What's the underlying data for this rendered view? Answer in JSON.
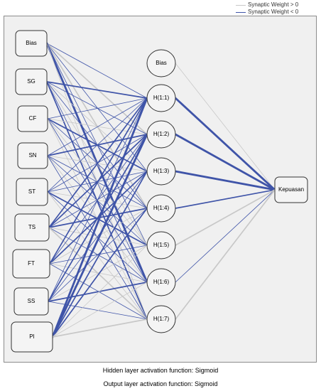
{
  "legend": {
    "positive_label": "Synaptic Weight > 0",
    "negative_label": "Synaptic Weight < 0",
    "positive_color": "#c8c8c8",
    "negative_color": "#3f54a8"
  },
  "input_layer": {
    "nodes": [
      "Bias",
      "SG",
      "CF",
      "SN",
      "ST",
      "TS",
      "FT",
      "SS",
      "PI"
    ]
  },
  "hidden_layer": {
    "nodes": [
      "Bias",
      "H(1:1)",
      "H(1:2)",
      "H(1:3)",
      "H(1:4)",
      "H(1:5)",
      "H(1:6)",
      "H(1:7)"
    ]
  },
  "output_layer": {
    "nodes": [
      "Kepuasan"
    ]
  },
  "connections": {
    "input_to_hidden": [
      {
        "from": "Bias",
        "to": [
          "H(1:1)",
          "H(1:2)",
          "H(1:3)",
          "H(1:4)",
          "H(1:5)",
          "H(1:6)",
          "H(1:7)"
        ],
        "sign": [
          "-",
          "+",
          "-",
          "+",
          "-",
          "-",
          "+"
        ],
        "strength": [
          1,
          2,
          1,
          2,
          1,
          3,
          1
        ]
      },
      {
        "from": "SG",
        "to": [
          "H(1:1)",
          "H(1:2)",
          "H(1:3)",
          "H(1:4)",
          "H(1:5)",
          "H(1:6)",
          "H(1:7)"
        ],
        "sign": [
          "-",
          "-",
          "+",
          "-",
          "+",
          "-",
          "-"
        ],
        "strength": [
          2,
          1,
          1,
          1,
          1,
          1,
          2
        ]
      },
      {
        "from": "CF",
        "to": [
          "H(1:1)",
          "H(1:2)",
          "H(1:3)",
          "H(1:4)",
          "H(1:5)",
          "H(1:6)",
          "H(1:7)"
        ],
        "sign": [
          "-",
          "+",
          "-",
          "-",
          "+",
          "-",
          "+"
        ],
        "strength": [
          1,
          1,
          2,
          1,
          1,
          1,
          1
        ]
      },
      {
        "from": "SN",
        "to": [
          "H(1:1)",
          "H(1:2)",
          "H(1:3)",
          "H(1:4)",
          "H(1:5)",
          "H(1:6)",
          "H(1:7)"
        ],
        "sign": [
          "-",
          "-",
          "+",
          "-",
          "-",
          "+",
          "-"
        ],
        "strength": [
          1,
          2,
          1,
          1,
          1,
          1,
          1
        ]
      },
      {
        "from": "ST",
        "to": [
          "H(1:1)",
          "H(1:2)",
          "H(1:3)",
          "H(1:4)",
          "H(1:5)",
          "H(1:6)",
          "H(1:7)"
        ],
        "sign": [
          "-",
          "-",
          "-",
          "+",
          "-",
          "-",
          "+"
        ],
        "strength": [
          1,
          1,
          1,
          1,
          2,
          1,
          1
        ]
      },
      {
        "from": "TS",
        "to": [
          "H(1:1)",
          "H(1:2)",
          "H(1:3)",
          "H(1:4)",
          "H(1:5)",
          "H(1:6)",
          "H(1:7)"
        ],
        "sign": [
          "-",
          "-",
          "-",
          "-",
          "+",
          "-",
          "+"
        ],
        "strength": [
          2,
          2,
          1,
          2,
          1,
          1,
          2
        ]
      },
      {
        "from": "FT",
        "to": [
          "H(1:1)",
          "H(1:2)",
          "H(1:3)",
          "H(1:4)",
          "H(1:5)",
          "H(1:6)",
          "H(1:7)"
        ],
        "sign": [
          "-",
          "-",
          "-",
          "+",
          "-",
          "+",
          "-"
        ],
        "strength": [
          2,
          1,
          2,
          1,
          1,
          1,
          1
        ]
      },
      {
        "from": "SS",
        "to": [
          "H(1:1)",
          "H(1:2)",
          "H(1:3)",
          "H(1:4)",
          "H(1:5)",
          "H(1:6)",
          "H(1:7)"
        ],
        "sign": [
          "-",
          "-",
          "-",
          "-",
          "+",
          "-",
          "-"
        ],
        "strength": [
          1,
          2,
          1,
          1,
          1,
          2,
          1
        ]
      },
      {
        "from": "PI",
        "to": [
          "H(1:1)",
          "H(1:2)",
          "H(1:3)",
          "H(1:4)",
          "H(1:5)",
          "H(1:6)",
          "H(1:7)"
        ],
        "sign": [
          "-",
          "-",
          "-",
          "-",
          "+",
          "+",
          "+"
        ],
        "strength": [
          3,
          3,
          2,
          2,
          1,
          1,
          2
        ]
      }
    ],
    "hidden_to_output": [
      {
        "from": "Bias",
        "sign": "+",
        "strength": 1
      },
      {
        "from": "H(1:1)",
        "sign": "-",
        "strength": 3
      },
      {
        "from": "H(1:2)",
        "sign": "-",
        "strength": 3
      },
      {
        "from": "H(1:3)",
        "sign": "-",
        "strength": 3
      },
      {
        "from": "H(1:4)",
        "sign": "-",
        "strength": 2
      },
      {
        "from": "H(1:5)",
        "sign": "+",
        "strength": 2
      },
      {
        "from": "H(1:6)",
        "sign": "-",
        "strength": 1
      },
      {
        "from": "H(1:7)",
        "sign": "+",
        "strength": 2
      }
    ]
  },
  "footer": {
    "hidden_activation": "Hidden layer activation function: Sigmoid",
    "output_activation": "Output layer activation function: Sigmoid"
  }
}
